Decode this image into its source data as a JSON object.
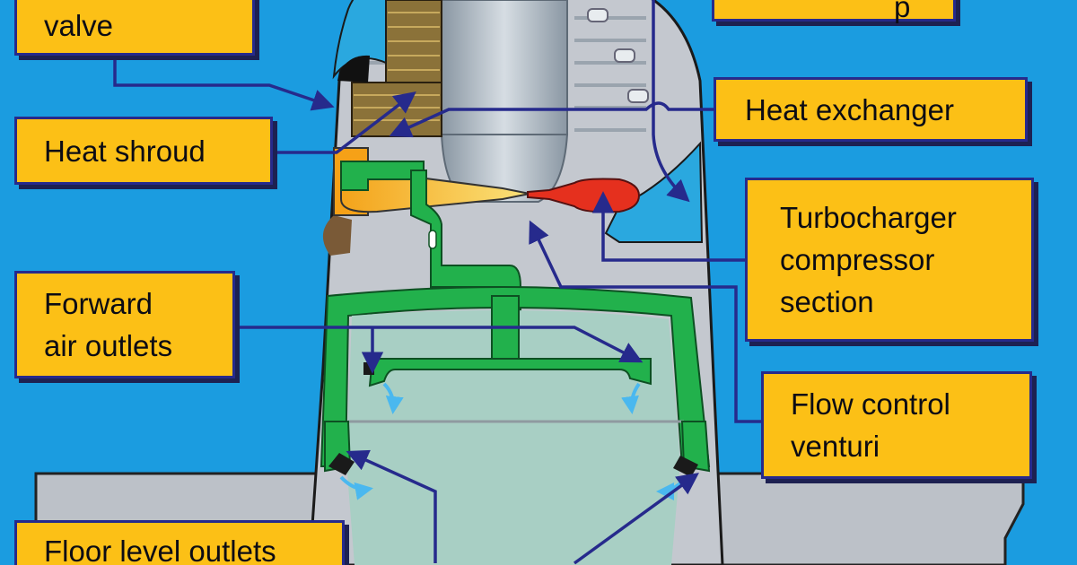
{
  "labels": {
    "valve": {
      "lines": [
        "valve"
      ]
    },
    "top_right": {
      "lines": [
        "p"
      ]
    },
    "heat_exchanger": {
      "lines": [
        "Heat exchanger"
      ]
    },
    "heat_shroud": {
      "lines": [
        "Heat shroud"
      ]
    },
    "turbocharger": {
      "lines": [
        "Turbocharger",
        "compressor",
        "section"
      ]
    },
    "forward_air_outlets": {
      "lines": [
        "Forward",
        "air outlets"
      ]
    },
    "flow_control_venturi": {
      "lines": [
        "Flow control",
        "venturi"
      ]
    },
    "floor_level_outlets": {
      "lines": [
        "Floor level outlets"
      ]
    }
  },
  "colors": {
    "background": "#1b9ce0",
    "label_fill": "#fcc016",
    "label_border": "#262a8c",
    "leader_line": "#262a8c",
    "duct_green": "#22b14c",
    "cabin": "#a8cfc4",
    "nacelle_gray": "#c4c8cf",
    "shroud_brown": "#8b7239",
    "intake_blue": "#2aa8df",
    "exhaust_yellow": "#f7d21c",
    "venturi_red": "#e5301e"
  }
}
